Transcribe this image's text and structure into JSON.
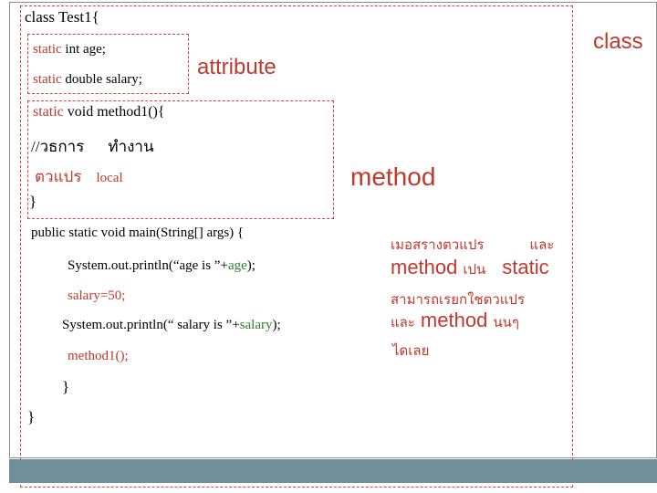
{
  "code": {
    "class_decl": "class Test1{",
    "attr_line1": {
      "kw": "static",
      "rest": " int  age;"
    },
    "attr_line2": {
      "kw": "static",
      "rest": " double salary;"
    },
    "method_decl": {
      "kw": "static",
      "rest": " void method1(){"
    },
    "comment_line": {
      "prefix": "//",
      "word1": "วธการ",
      "word2": "ทำงาน"
    },
    "local_line": {
      "thai": "ตวแปร",
      "kw": "local"
    },
    "method_close": "}",
    "main_decl": "public static void main(String[] args)  {",
    "print_age": {
      "pre": "System.out.println(“age is ”+",
      "var": "age",
      "post": ");"
    },
    "salary_assign": "salary=50;",
    "print_salary": {
      "pre": "System.out.println(“ salary is ”+",
      "var": "salary",
      "post": ");"
    },
    "method_call": "method1();",
    "main_close": "}",
    "class_close": "}"
  },
  "labels": {
    "class": "class",
    "attribute": "attribute",
    "method": "method"
  },
  "note": {
    "line1_a": "เมอสรางตวแปร",
    "line1_b": "และ",
    "line2_a": "method",
    "line2_b": "เปน",
    "line2_c": "static",
    "line3": "สามารถเรยกใชตวแปร",
    "line4_a": "และ",
    "line4_b": "method",
    "line4_c": "นนๆ",
    "line5": "ไดเลย"
  },
  "colors": {
    "keyword": "#c0392b",
    "variable": "#2e7d32",
    "box_border": "#d64545",
    "bar": "#6f8f99"
  }
}
